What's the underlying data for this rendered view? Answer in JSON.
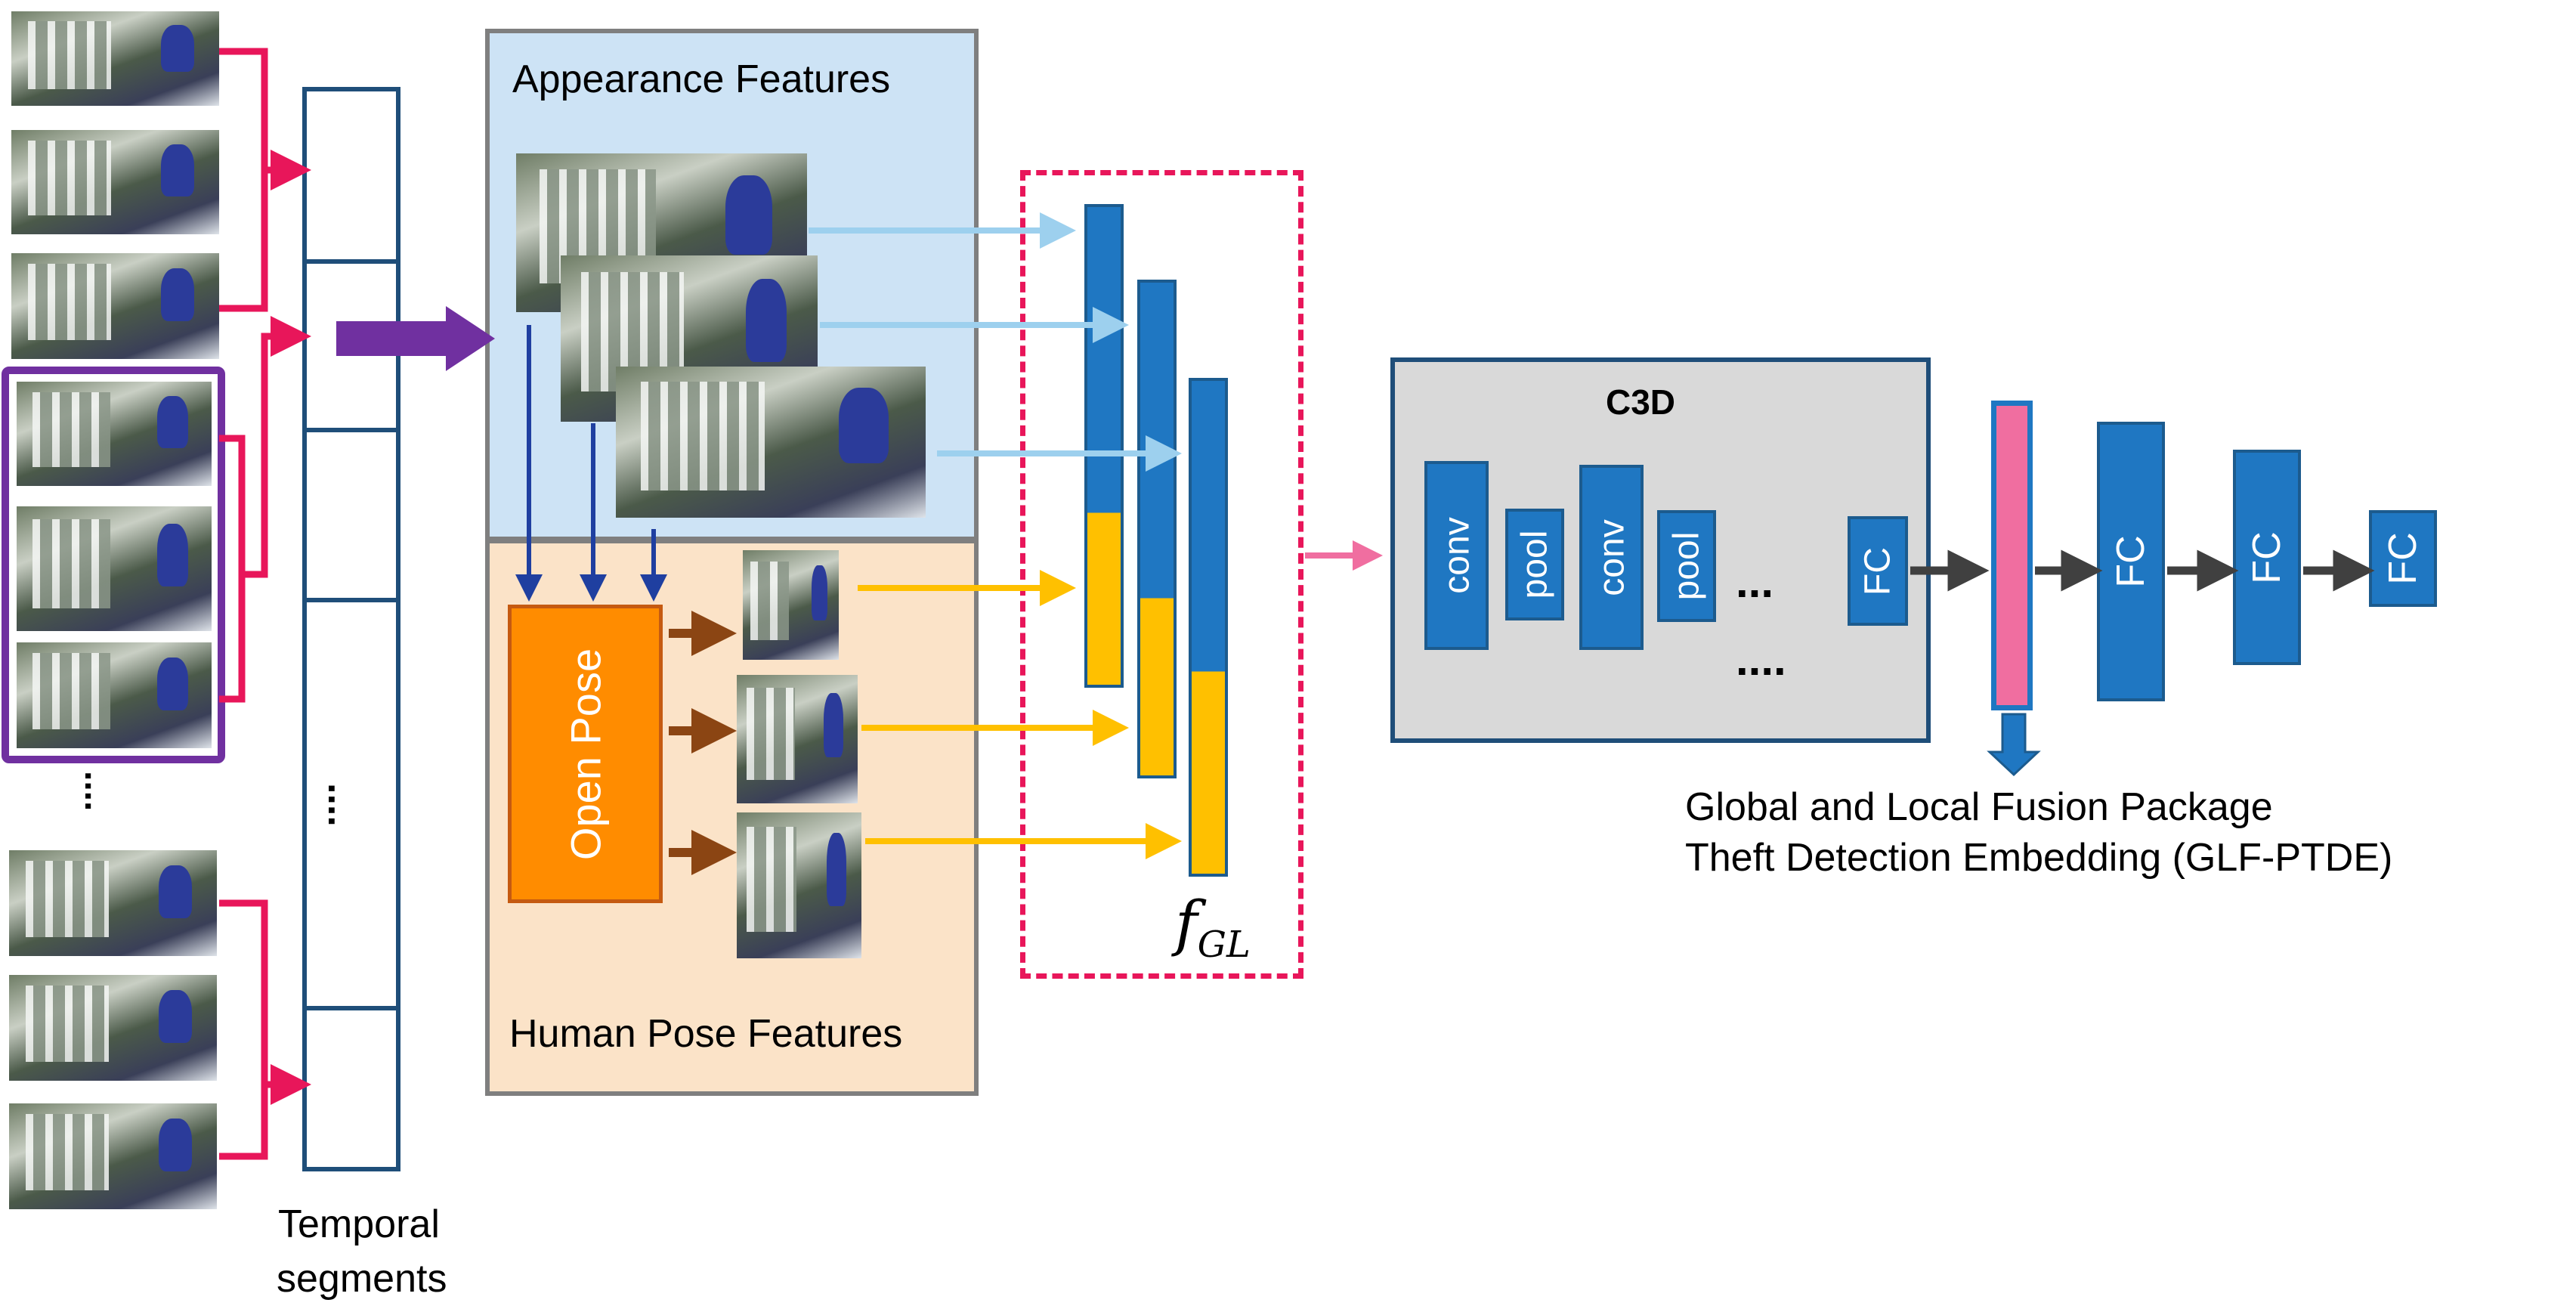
{
  "appearance_label": "Appearance Features",
  "pose_panel_label": "Human Pose Features",
  "openpose_label": "Open Pose",
  "temporal_label_line1": "Temporal",
  "temporal_label_line2": "segments",
  "fgl_label": "f",
  "fgl_sub": "GL",
  "c3d_title": "C3D",
  "c3d_blocks": [
    "conv",
    "pool",
    "conv",
    "pool",
    "FC"
  ],
  "c3d_dots_upper": "...",
  "c3d_dots_lower": "....",
  "head_fc_blocks": [
    "FC",
    "FC",
    "FC"
  ],
  "embedding_line1": "Global and Local Fusion Package",
  "embedding_line2": "Theft Detection Embedding (GLF-PTDE)",
  "column_dots": "....",
  "left_dots": "....",
  "colors": {
    "magenta": "#e8165a",
    "purple": "#7030a0",
    "navy": "#1f4e79",
    "light_blue": "#9dd0ee",
    "appearance_bg": "#cde3f5",
    "pose_bg": "#fbe3c8",
    "orange": "#ff8c00",
    "gold": "#ffc000",
    "brown": "#8b4513",
    "blue_block": "#1f77c2",
    "pink": "#f06ea0",
    "gray_panel": "#d9d9d9",
    "dark_arrow": "#404040"
  }
}
